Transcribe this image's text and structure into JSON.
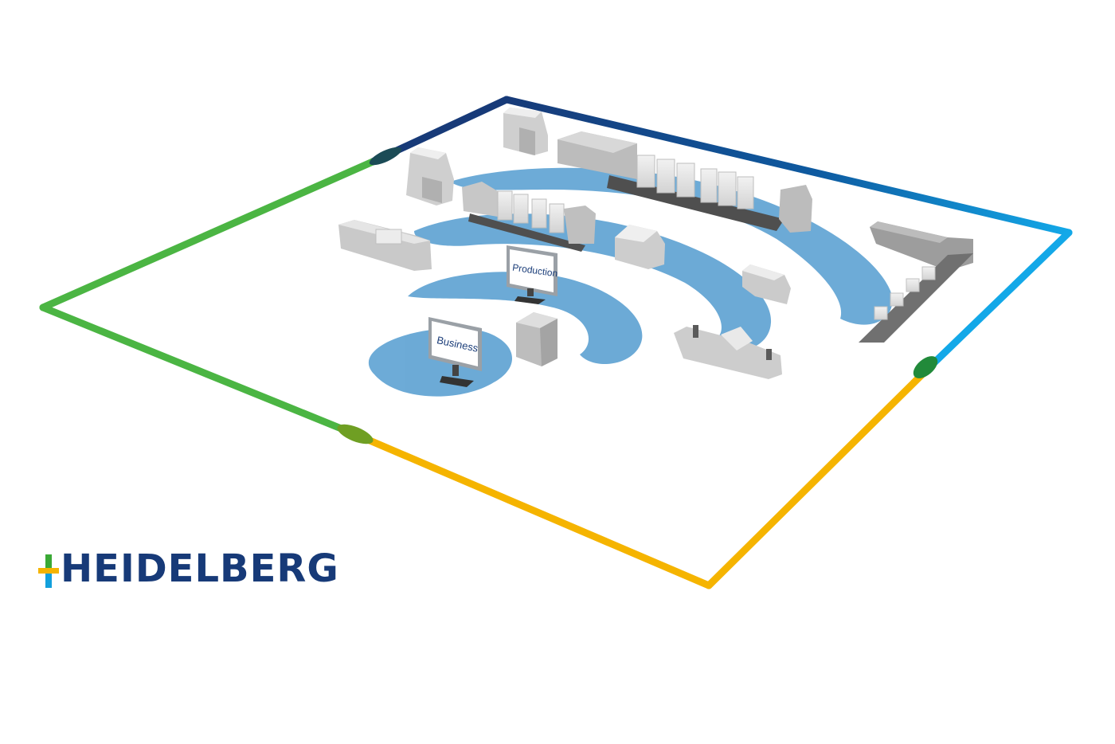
{
  "brand": {
    "name": "HEIDELBERG",
    "colors": {
      "navy": "#173a78",
      "blue": "#12a0dc",
      "green": "#4bb543",
      "yellow": "#f5b400",
      "signal": "#6aa9d6"
    }
  },
  "screens": {
    "business": "Business",
    "production": "Production"
  },
  "icons": {
    "logo_mark": "heidelberg-plus-icon",
    "signal": "wifi-signal-icon"
  }
}
